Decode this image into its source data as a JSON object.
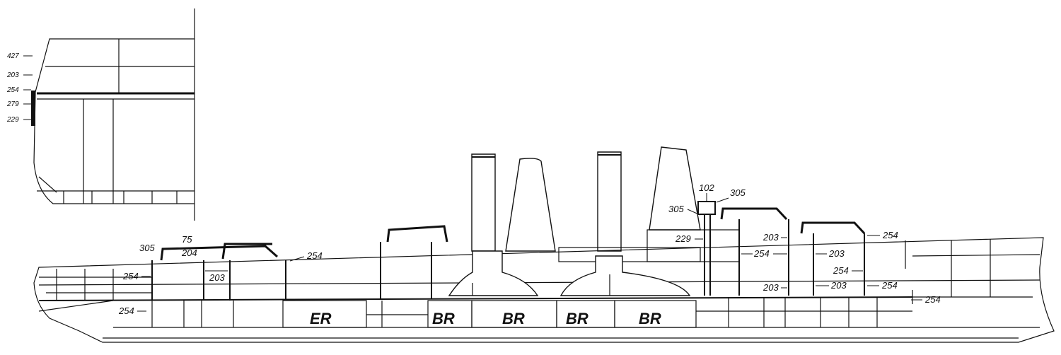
{
  "inset": {
    "labels": [
      "427",
      "203",
      "254",
      "279",
      "229"
    ]
  },
  "rooms": {
    "er": "ER",
    "br1": "BR",
    "br2": "BR",
    "br3": "BR",
    "br4": "BR"
  },
  "callouts": {
    "c305a": "305",
    "c75": "75",
    "c204": "204",
    "c254a": "254",
    "c254b": "254",
    "c203a": "203",
    "c254c": "254",
    "c102": "102",
    "c305b": "305",
    "c305c": "305",
    "c229": "229",
    "c203b": "203",
    "c254d": "254",
    "c203c": "203",
    "c254e": "254",
    "c254f": "254",
    "c203d": "203",
    "c203e": "203",
    "c254g": "254",
    "c254h": "254"
  }
}
